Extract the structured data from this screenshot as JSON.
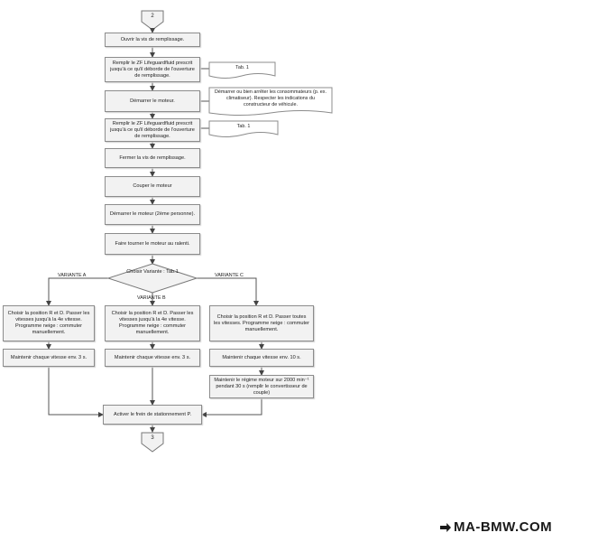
{
  "connectors": {
    "start": "2",
    "end": "3"
  },
  "steps": {
    "open_screw": "Ouvrir la vis de remplissage.",
    "fill_1": "Remplir le ZF Lifeguardfluid prescrit jusqu'à ce qu'il déborde de l'ouverture de remplissage.",
    "start_engine": "Démarrer le moteur.",
    "fill_2": "Remplir le ZF Lifeguardfluid prescrit jusqu'à ce qu'il déborde de l'ouverture de remplissage.",
    "close_screw": "Fermer la vis de remplissage.",
    "stop_engine": "Couper le moteur",
    "start_engine_2": "Démarrer le moteur (2ème personne).",
    "idle": "Faire tourner le moteur au ralenti.",
    "park_brake": "Activer le frein de stationnement P."
  },
  "notes": {
    "tab1_a": "Tab. 1",
    "consumers": "Démarrer ou bien arrêter les consommateurs (p. ex. climatiseur). Respecter les indications du constructeur de véhicule.",
    "tab1_b": "Tab. 1"
  },
  "decision": {
    "text": "Choisir Variante : Tab.1"
  },
  "branch_labels": {
    "a": "VARIANTE A",
    "b": "VARIANTE B",
    "c": "VARIANTE C"
  },
  "variant_a": {
    "select": "Choisir la position R et D. Passer les vitesses jusqu'à la 4e vitesse. Programme neige : commuter manuellement.",
    "hold": "Maintenir chaque vitesse env. 3 s."
  },
  "variant_b": {
    "select": "Choisir la position R et D. Passer les vitesses jusqu'à la 4e vitesse. Programme neige : commuter manuellement.",
    "hold": "Maintenir chaque vitesse env. 3 s."
  },
  "variant_c": {
    "select": "Choisir la position R et D. Passer toutes les vitesses. Programme neige : commuter manuellement.",
    "hold": "Maintenir chaque vitesse env. 10 s.",
    "rpm": "Maintenir le régime moteur sur 2000 min⁻¹ pendant 30 s (remplir le convertisseur de couple)"
  },
  "watermark": "MA-BMW.COM"
}
